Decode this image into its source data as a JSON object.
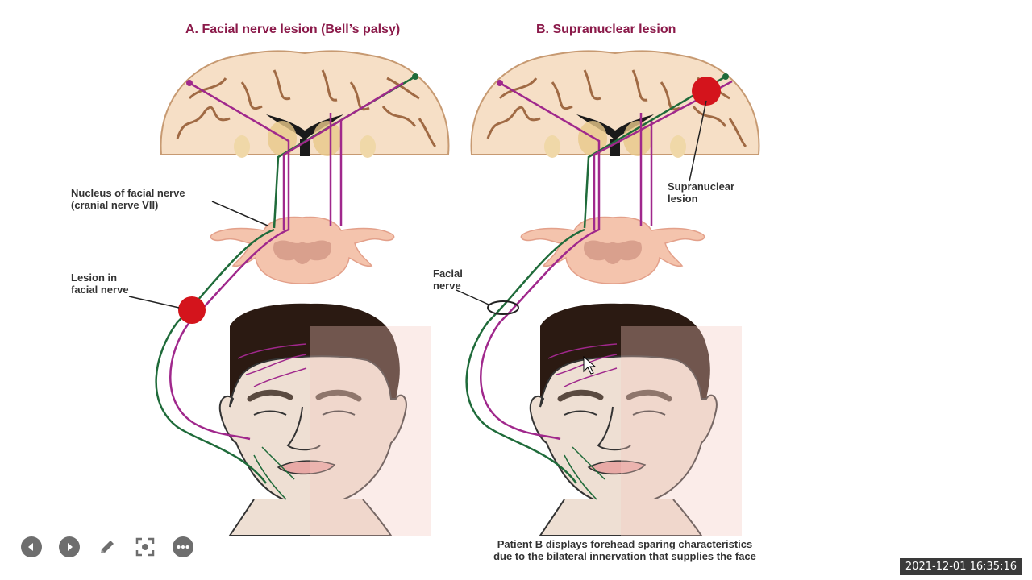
{
  "panel_a": {
    "title": "A. Facial nerve lesion (Bell’s palsy)",
    "nucleus_label": "Nucleus of facial nerve\n(cranial nerve VII)",
    "lesion_label": "Lesion in\nfacial nerve"
  },
  "panel_b": {
    "title": "B. Supranuclear lesion",
    "supranuclear_label": "Supranuclear\nlesion",
    "facial_nerve_label": "Facial\nnerve"
  },
  "caption": "Patient B displays forehead sparing characteristics\ndue to the bilateral innervation that supplies the face",
  "colors": {
    "title": "#8b1a4a",
    "purple_tract": "#a0288c",
    "green_tract": "#1f6b3a",
    "lesion": "#d4141c",
    "brain": "#f6dfc6",
    "skin": "#eedfd3",
    "hair": "#2b1a12"
  },
  "toolbar": {
    "icons": [
      "prev-icon",
      "next-icon",
      "pencil-icon",
      "focus-icon",
      "more-icon"
    ]
  },
  "timestamp": "2021-12-01  16:35:16"
}
